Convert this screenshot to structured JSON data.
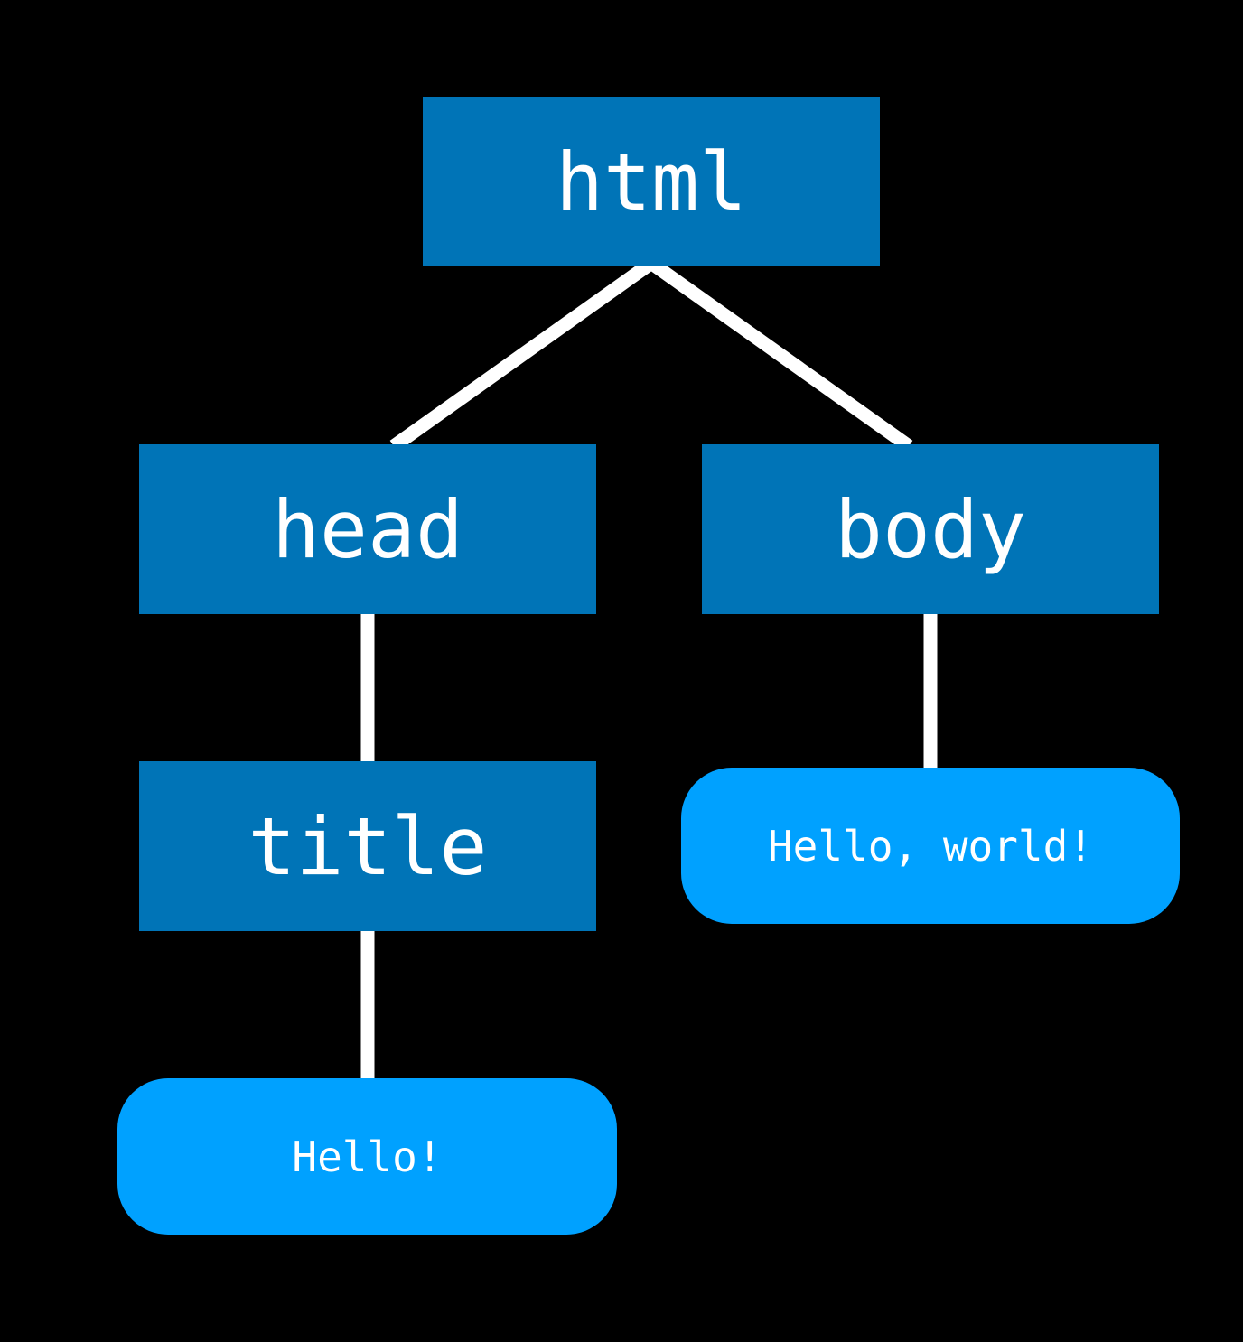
{
  "diagram": {
    "nodes": {
      "html": "html",
      "head": "head",
      "body": "body",
      "title": "title",
      "title_text": "Hello!",
      "body_text": "Hello, world!"
    },
    "edges": [
      {
        "from": "html",
        "to": "head"
      },
      {
        "from": "html",
        "to": "body"
      },
      {
        "from": "head",
        "to": "title"
      },
      {
        "from": "title",
        "to": "title_text"
      },
      {
        "from": "body",
        "to": "body_text"
      }
    ],
    "colors": {
      "background": "#000000",
      "element_node": "#0074b7",
      "text_node": "#00a1ff",
      "edge": "#ffffff",
      "label": "#ffffff"
    }
  }
}
